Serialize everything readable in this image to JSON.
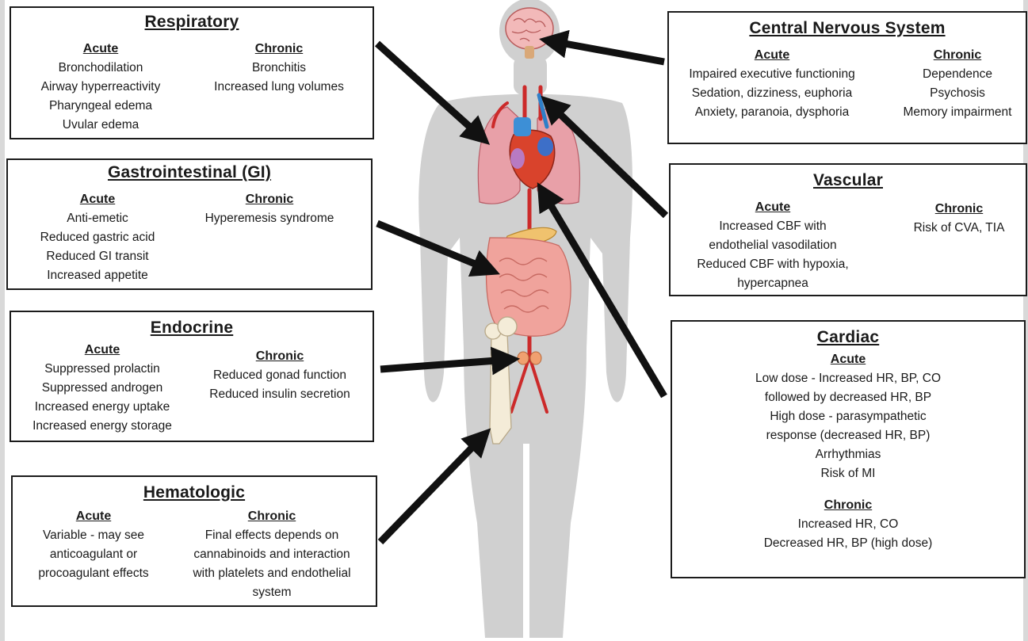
{
  "respiratory": {
    "title": "Respiratory",
    "acute": {
      "heading": "Acute",
      "items": [
        "Bronchodilation",
        "Airway hyperreactivity",
        "Pharyngeal edema",
        "Uvular edema"
      ]
    },
    "chronic": {
      "heading": "Chronic",
      "items": [
        "Bronchitis",
        "Increased lung volumes"
      ]
    }
  },
  "gastrointestinal": {
    "title": "Gastrointestinal (GI)",
    "acute": {
      "heading": "Acute",
      "items": [
        "Anti-emetic",
        "Reduced gastric acid",
        "Reduced GI transit",
        "Increased appetite"
      ]
    },
    "chronic": {
      "heading": "Chronic",
      "items": [
        "Hyperemesis syndrome"
      ]
    }
  },
  "endocrine": {
    "title": "Endocrine",
    "acute": {
      "heading": "Acute",
      "items": [
        "Suppressed prolactin",
        "Suppressed androgen",
        "Increased energy uptake",
        "Increased energy storage"
      ]
    },
    "chronic": {
      "heading": "Chronic",
      "items": [
        "Reduced gonad function",
        "Reduced insulin secretion"
      ]
    }
  },
  "hematologic": {
    "title": "Hematologic",
    "acute": {
      "heading": "Acute",
      "items": [
        "Variable - may see",
        "anticoagulant or",
        "procoagulant effects"
      ]
    },
    "chronic": {
      "heading": "Chronic",
      "items": [
        "Final effects depends on",
        "cannabinoids and interaction",
        "with platelets and endothelial",
        "system"
      ]
    }
  },
  "cns": {
    "title": "Central Nervous System",
    "acute": {
      "heading": "Acute",
      "items": [
        "Impaired executive functioning",
        "Sedation, dizziness, euphoria",
        "Anxiety, paranoia, dysphoria"
      ]
    },
    "chronic": {
      "heading": "Chronic",
      "items": [
        "Dependence",
        "Psychosis",
        "Memory impairment"
      ]
    }
  },
  "vascular": {
    "title": "Vascular",
    "acute": {
      "heading": "Acute",
      "items": [
        "Increased CBF with",
        "endothelial vasodilation",
        "Reduced CBF with hypoxia,",
        "hypercapnea"
      ]
    },
    "chronic": {
      "heading": "Chronic",
      "items": [
        "Risk of CVA, TIA"
      ]
    }
  },
  "cardiac": {
    "title": "Cardiac",
    "acute": {
      "heading": "Acute",
      "items": [
        "Low dose - Increased HR, BP, CO",
        "followed by decreased HR, BP",
        "High dose - parasympathetic",
        "response (decreased HR, BP)",
        "Arrhythmias",
        "Risk of MI"
      ]
    },
    "chronic": {
      "heading": "Chronic",
      "items": [
        "Increased HR, CO",
        "Decreased HR, BP (high dose)"
      ]
    }
  }
}
